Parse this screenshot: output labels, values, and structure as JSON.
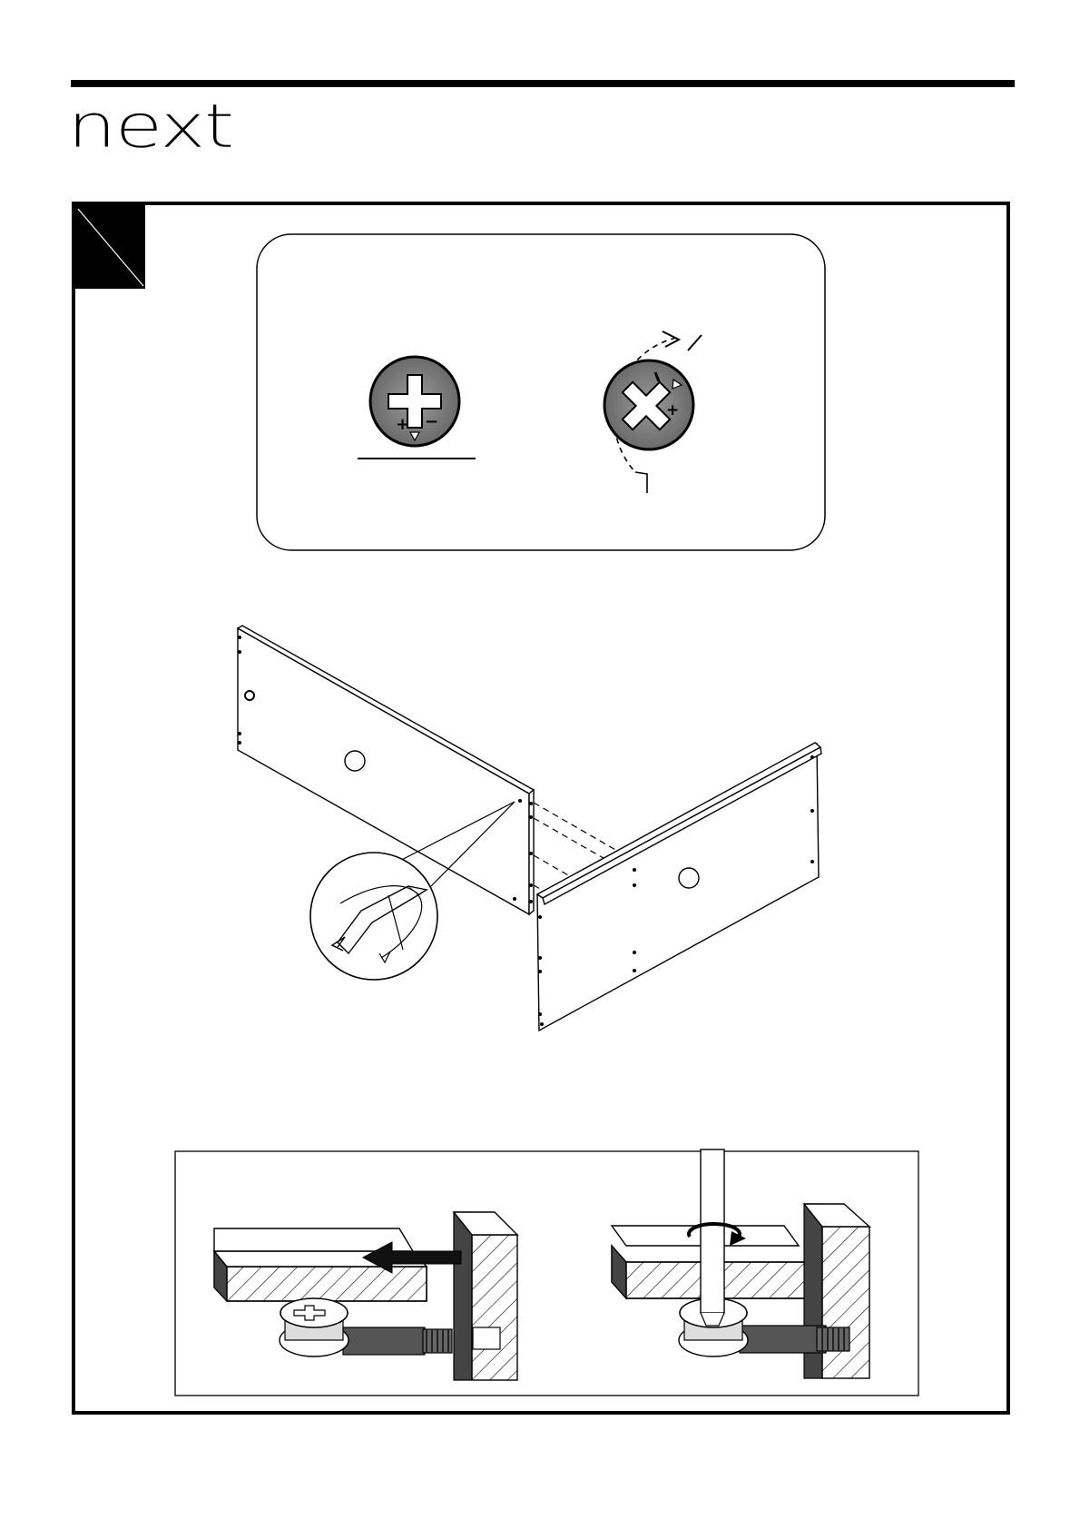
{
  "header": {
    "brand": "next"
  },
  "step": {
    "number_badge_color": "#000000"
  },
  "detail_panel": {
    "left_state": "unlocked-cam",
    "right_state": "rotate-to-lock"
  },
  "bottom_panel": {
    "left_action": "push-in-arrow",
    "right_action": "rotate-clockwise"
  }
}
